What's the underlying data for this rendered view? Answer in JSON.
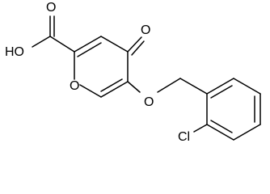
{
  "molecule": {
    "labels": {
      "carboxyl_oxygen": "O",
      "hydroxyl": "HO",
      "ketone_oxygen": "O",
      "ring_oxygen": "O",
      "ether_oxygen": "O",
      "chloro": "Cl"
    }
  }
}
